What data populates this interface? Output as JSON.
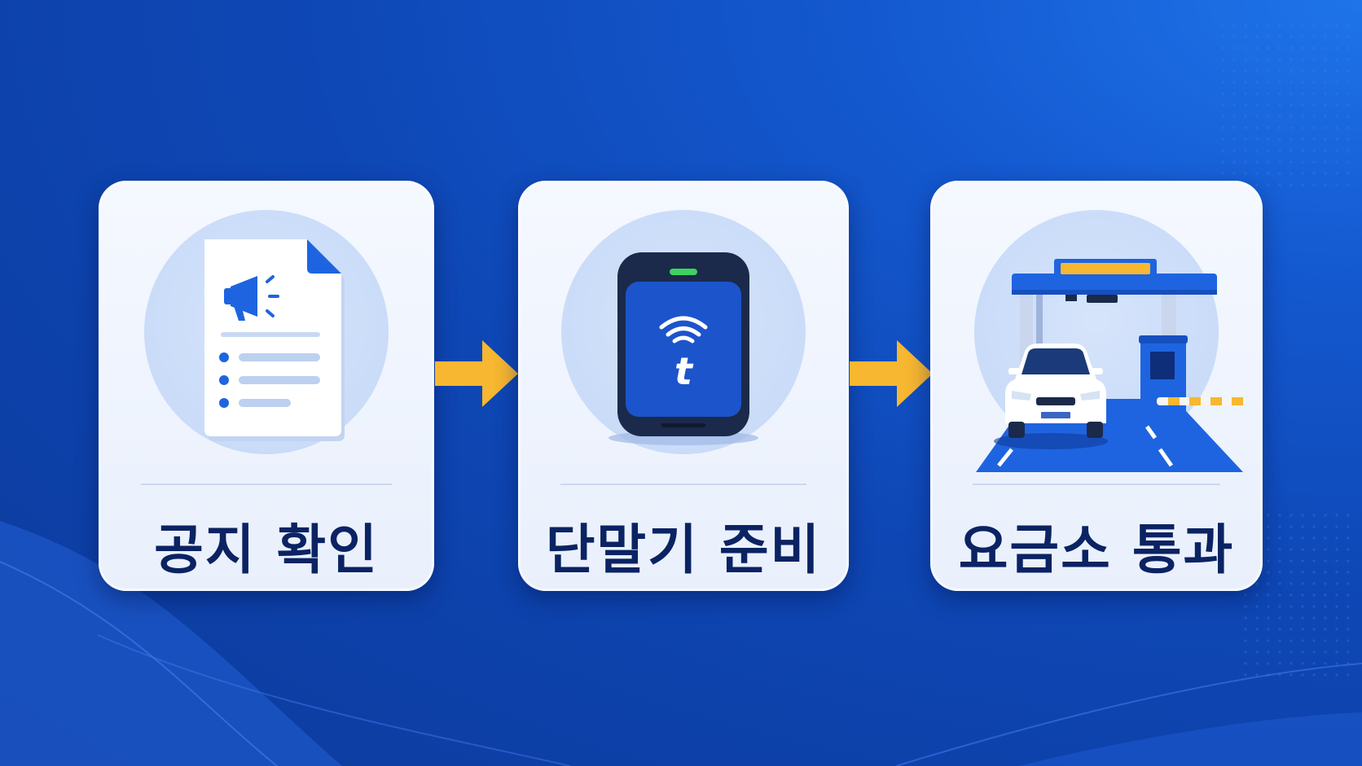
{
  "steps": [
    {
      "label": "공지 확인",
      "icon": "notice-document-icon"
    },
    {
      "label": "단말기 준비",
      "icon": "hipass-terminal-icon"
    },
    {
      "label": "요금소 통과",
      "icon": "tollgate-car-icon"
    }
  ],
  "colors": {
    "background": "#0e47b5",
    "card": "#f2f6fe",
    "arrow": "#f7b731",
    "label": "#0b2363",
    "accent": "#1e64e0"
  }
}
